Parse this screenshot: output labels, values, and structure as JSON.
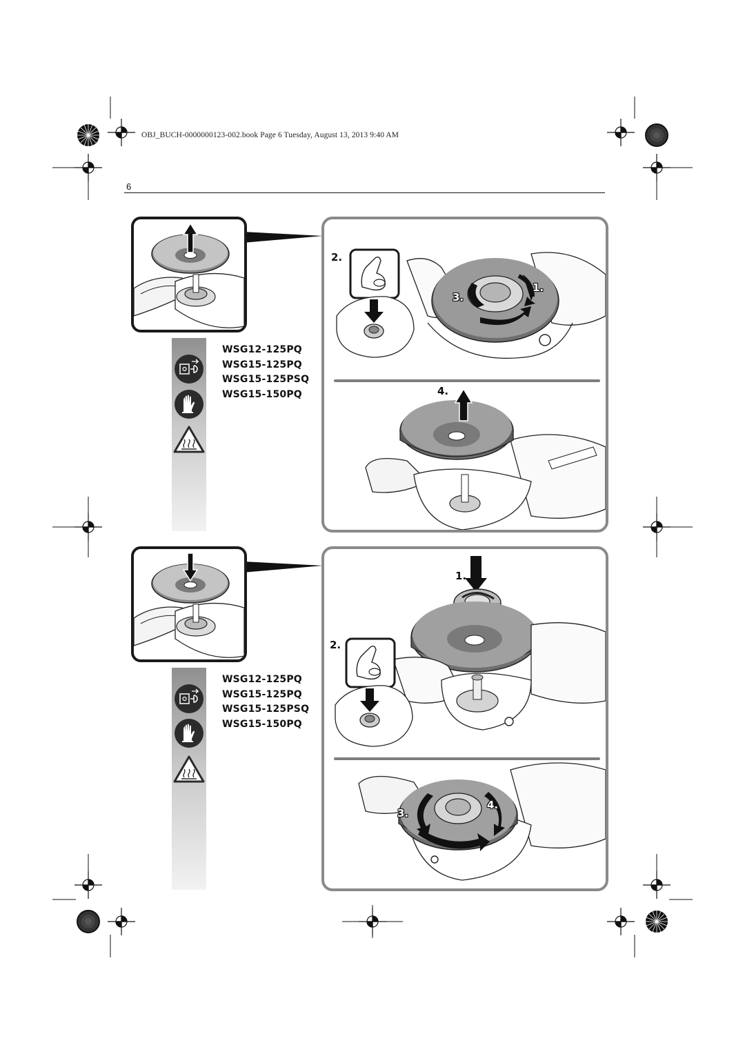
{
  "header": {
    "book_info": "OBJ_BUCH-0000000123-002.book  Page 6  Tuesday, August 13, 2013  9:40 AM",
    "page_number": "6"
  },
  "section1": {
    "models": [
      "WSG12-125PQ",
      "WSG15-125PQ",
      "WSG15-125PSQ",
      "WSG15-150PQ"
    ],
    "steps": {
      "s1": "1.",
      "s2": "2.",
      "s3": "3.",
      "s4": "4."
    },
    "icons": [
      "unplug-icon",
      "gloves-icon",
      "hot-surface-warning-icon"
    ]
  },
  "section2": {
    "models": [
      "WSG12-125PQ",
      "WSG15-125PQ",
      "WSG15-125PSQ",
      "WSG15-150PQ"
    ],
    "steps": {
      "s1": "1.",
      "s2": "2.",
      "s3": "3.",
      "s4": "4."
    },
    "icons": [
      "unplug-icon",
      "gloves-icon",
      "hot-surface-warning-icon"
    ]
  },
  "colors": {
    "panel_border": "#1a1a1a",
    "panel_border_gray": "#8a8a8a",
    "strip_top": "#8f8f8f",
    "strip_bottom": "#f2f2f2"
  }
}
